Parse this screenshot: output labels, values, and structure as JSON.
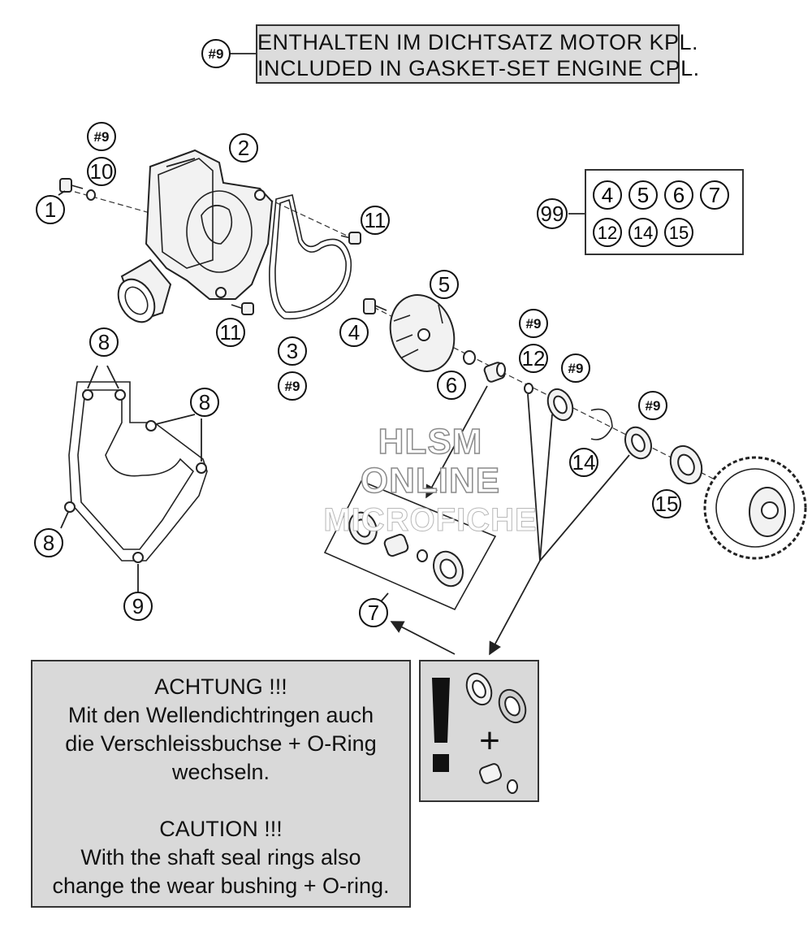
{
  "gasket_note": {
    "ref": "#9",
    "line_de": "ENTHALTEN IM DICHTSATZ MOTOR KPL.",
    "line_en": "INCLUDED IN GASKET-SET ENGINE CPL."
  },
  "kit": {
    "ref": "99",
    "parts_row1": [
      "4",
      "5",
      "6",
      "7"
    ],
    "parts_row2": [
      "12",
      "14",
      "15"
    ]
  },
  "callouts": {
    "c1": "1",
    "c2": "2",
    "c3": "3",
    "c4": "4",
    "c5": "5",
    "c6": "6",
    "c7": "7",
    "c8a": "8",
    "c8b": "8",
    "c8c": "8",
    "c9": "9",
    "c10": "10",
    "c11a": "11",
    "c11b": "11",
    "c12": "12",
    "c14": "14",
    "c15": "15",
    "h9a": "#9",
    "h9b": "#9",
    "h9c": "#9",
    "h9d": "#9",
    "h9e": "#9"
  },
  "caution": {
    "de_title": "ACHTUNG !!!",
    "de_line1": "Mit den Wellendichtringen auch",
    "de_line2": "die Verschleissbuchse + O-Ring",
    "de_line3": "wechseln.",
    "en_title": "CAUTION !!!",
    "en_line1": "With the shaft seal rings also",
    "en_line2": "change the wear bushing + O-ring."
  },
  "warning": {
    "plus": "+"
  },
  "watermark": {
    "line1": "HLSM",
    "line2": "ONLINE",
    "line3": "MICROFICHE"
  },
  "colors": {
    "panel_gray": "#d9d9d9",
    "line": "#222222",
    "part_fill": "#f2f2f2"
  }
}
